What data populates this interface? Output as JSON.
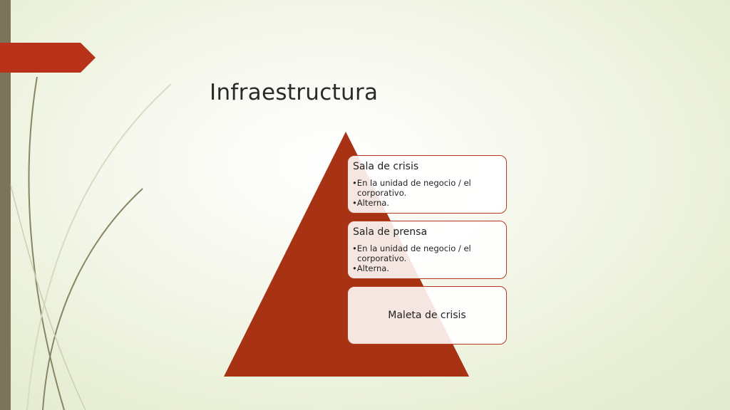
{
  "slide": {
    "title": "Infraestructura"
  },
  "pyramid": {
    "levels": [
      {
        "heading": "Sala de crisis",
        "bullets": [
          "En la unidad de negocio / el corporativo.",
          "Alterna."
        ]
      },
      {
        "heading": "Sala de prensa",
        "bullets": [
          "En la unidad de negocio / el corporativo.",
          "Alterna."
        ]
      },
      {
        "heading": "Maleta de crisis",
        "bullets": []
      }
    ]
  },
  "colors": {
    "accent_red": "#a83214",
    "sidebar": "#7b7458",
    "tab_red": "#b8321a",
    "swoosh": "#8a8565"
  }
}
